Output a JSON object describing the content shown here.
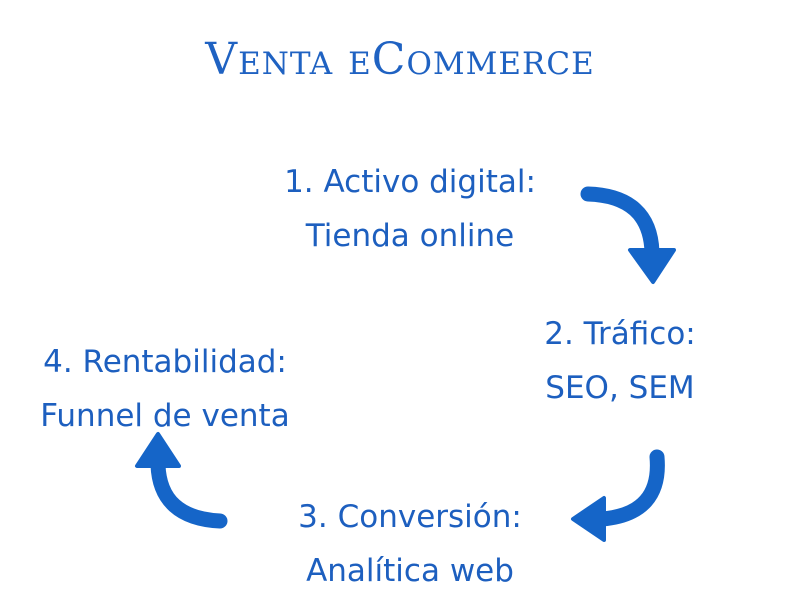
{
  "title": "Venta eCommerce",
  "colors": {
    "text": "#1d5fbf",
    "arrow": "#1565c8",
    "background": "#ffffff"
  },
  "steps": [
    {
      "line1": "1. Activo digital:",
      "line2": "Tienda online"
    },
    {
      "line1": "2. Tráfico:",
      "line2": "SEO, SEM"
    },
    {
      "line1": "3. Conversión:",
      "line2": "Analítica web"
    },
    {
      "line1": "4. Rentabilidad:",
      "line2": "Funnel de venta"
    }
  ],
  "arrows": [
    "curved-arrow-icon",
    "curved-arrow-icon",
    "curved-arrow-icon"
  ]
}
